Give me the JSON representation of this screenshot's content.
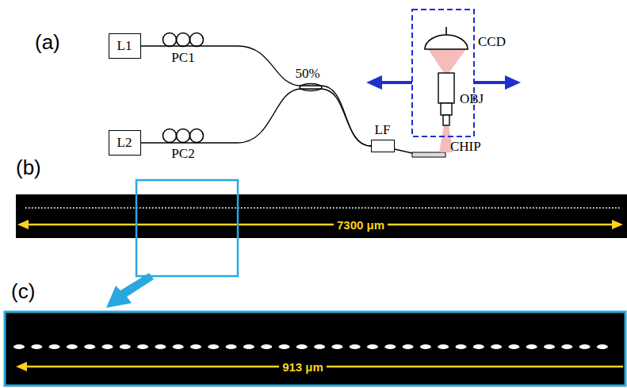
{
  "diagram": {
    "nodes": [
      {
        "text": [
          "L1"
        ]
      },
      {
        "text": [
          "L2"
        ]
      },
      {
        "text": [
          "LF"
        ]
      }
    ],
    "edges": [
      {
        "from": 0,
        "to": 2,
        "arrow": "none"
      },
      {
        "from": 1,
        "to": 2,
        "arrow": "none"
      }
    ],
    "labels": [
      "(a)",
      "PC1",
      "PC2",
      "50%",
      "CCD",
      "OBJ",
      "CHIP",
      "(b)",
      "7300 μm",
      "(c)",
      "913 μm"
    ]
  }
}
